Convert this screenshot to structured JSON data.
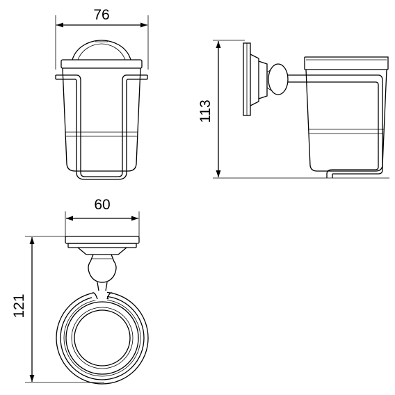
{
  "dimensions": {
    "front_width": "76",
    "side_height": "113",
    "top_width": "60",
    "top_depth": "121"
  }
}
